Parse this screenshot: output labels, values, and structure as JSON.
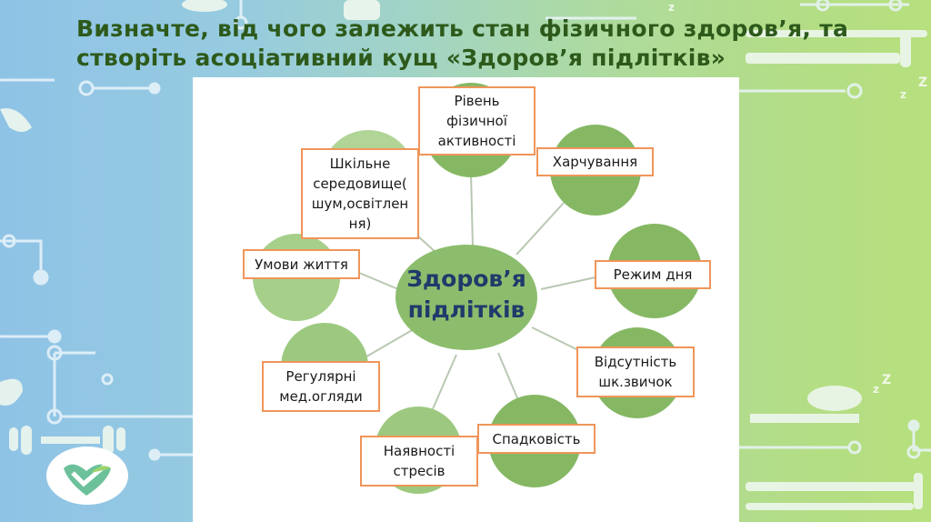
{
  "slide": {
    "title_line1": "Визначте, від чого залежить стан фізичного здоров’я, та",
    "title_line2": "створіть асоціативний кущ «Здоров’я підлітків»"
  },
  "diagram": {
    "center": "Здоров’я підлітків",
    "center_line1": "Здоров’я",
    "center_line2": "підлітків",
    "colors": {
      "title": "#2d5a1b",
      "center_text": "#1f3b6b",
      "node_fill": "#8fbd6a",
      "node_fill_light": "#a9cf8c",
      "label_border": "#f0955a",
      "connector": "#b5c6b0"
    },
    "nodes": [
      {
        "id": "physical-activity",
        "lines": [
          "Рівень",
          "фізичної",
          "активності"
        ]
      },
      {
        "id": "nutrition",
        "lines": [
          "Харчування"
        ]
      },
      {
        "id": "daily-routine",
        "lines": [
          "Режим дня"
        ]
      },
      {
        "id": "no-bad-habits",
        "lines": [
          "Відсутність",
          "шк.звичок"
        ]
      },
      {
        "id": "heredity",
        "lines": [
          "Спадковість"
        ]
      },
      {
        "id": "stress",
        "lines": [
          "Наявності",
          "стресів"
        ]
      },
      {
        "id": "medical-checkups",
        "lines": [
          "Регулярні",
          "мед.огляди"
        ]
      },
      {
        "id": "living-conditions",
        "lines": [
          "Умови життя"
        ]
      },
      {
        "id": "school-environment",
        "lines": [
          "Шкільне",
          "середовище(",
          "шум,освітлен",
          "ня)"
        ]
      }
    ]
  },
  "decorations": {
    "icons": [
      "heart-check-logo-icon",
      "dumbbell-icon",
      "measuring-tape-icon",
      "sleep-zzz-icon",
      "circuit-line-icon"
    ]
  }
}
